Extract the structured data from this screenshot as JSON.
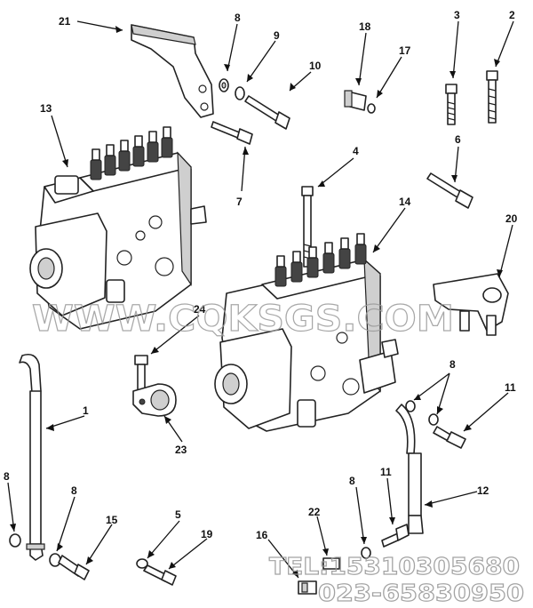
{
  "callouts": [
    {
      "id": "c21a",
      "label": "21"
    },
    {
      "id": "c8a",
      "label": "8"
    },
    {
      "id": "c9",
      "label": "9"
    },
    {
      "id": "c10",
      "label": "10"
    },
    {
      "id": "c18",
      "label": "18"
    },
    {
      "id": "c17",
      "label": "17"
    },
    {
      "id": "c3",
      "label": "3"
    },
    {
      "id": "c2",
      "label": "2"
    },
    {
      "id": "c13",
      "label": "13"
    },
    {
      "id": "c7",
      "label": "7"
    },
    {
      "id": "c4",
      "label": "4"
    },
    {
      "id": "c6",
      "label": "6"
    },
    {
      "id": "c14",
      "label": "14"
    },
    {
      "id": "c20",
      "label": "20"
    },
    {
      "id": "c24",
      "label": "24"
    },
    {
      "id": "c23",
      "label": "23"
    },
    {
      "id": "c1",
      "label": "1"
    },
    {
      "id": "c8b",
      "label": "8"
    },
    {
      "id": "c11a",
      "label": "11"
    },
    {
      "id": "c8c",
      "label": "8"
    },
    {
      "id": "c8d",
      "label": "8"
    },
    {
      "id": "c15",
      "label": "15"
    },
    {
      "id": "c12",
      "label": "12"
    },
    {
      "id": "c5",
      "label": "5"
    },
    {
      "id": "c19",
      "label": "19"
    },
    {
      "id": "c16",
      "label": "16"
    },
    {
      "id": "c22",
      "label": "22"
    },
    {
      "id": "c8e",
      "label": "8"
    },
    {
      "id": "c11b",
      "label": "11"
    }
  ],
  "watermark": {
    "site": "WWW.CQKSGS.COM",
    "phone": "TEL:15310305680",
    "phone2": "023-65830950"
  }
}
